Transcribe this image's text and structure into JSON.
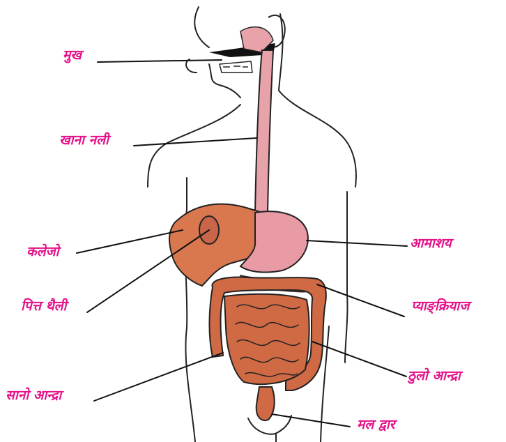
{
  "diagram": {
    "labels": {
      "mouth": "मुख",
      "esophagus": "खाना नली",
      "liver": "कलेजो",
      "gallbladder": "पित्त थैली",
      "small_intestine": "सानो आन्द्रा",
      "stomach": "आमाशय",
      "pancreas": "प्याङ्क्रियाज",
      "large_intestine": "ठुलो आन्द्रा",
      "anus": "मल द्वार"
    },
    "colors": {
      "label": "#e5128a",
      "organ_liver": "#d9774e",
      "organ_intestine": "#cf6a45",
      "organ_stomach": "#e89aa5",
      "esophagus": "#e8a3aa",
      "outline": "#222222"
    }
  }
}
